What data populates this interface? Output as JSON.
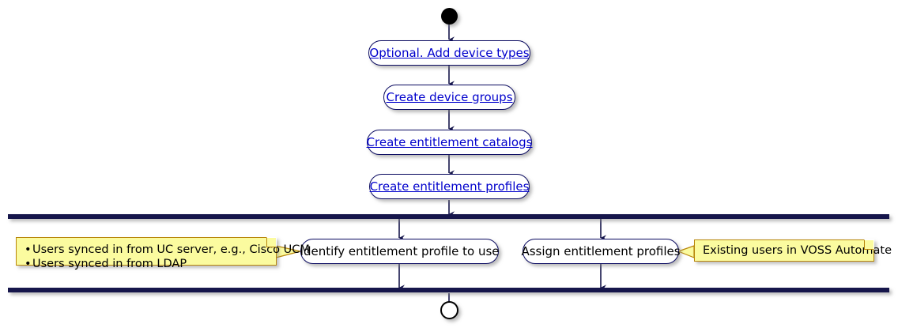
{
  "diagram": {
    "type": "uml-activity-diagram",
    "title": "",
    "colors": {
      "bar": "#16164B",
      "link_text": "#0000CC",
      "note_fill": "#FBFB9F",
      "note_border": "#B8860B",
      "box_border": "#0B0B61",
      "node": "#000000",
      "background": "#FFFFFF"
    },
    "start_node": {
      "name": "initial-node"
    },
    "end_node": {
      "name": "activity-final-node"
    },
    "sequential_activities": [
      {
        "label": "Optional. Add device types",
        "is_link": true
      },
      {
        "label": "Create device groups",
        "is_link": true
      },
      {
        "label": "Create entitlement catalogs",
        "is_link": true
      },
      {
        "label": "Create entitlement profiles",
        "is_link": true
      }
    ],
    "fork_bar": {
      "label": "fork"
    },
    "parallel_activities": [
      {
        "label": "Identify entitlement profile to use",
        "is_link": false
      },
      {
        "label": "Assign entitlement profiles",
        "is_link": false
      }
    ],
    "join_bar": {
      "label": "join"
    },
    "notes": [
      {
        "id": "note-left",
        "attached_to": "Identify entitlement profile to use",
        "bullets": [
          "Users synced in from UC server, e.g., Cisco UCM",
          "Users synced in from LDAP"
        ]
      },
      {
        "id": "note-right",
        "attached_to": "Assign entitlement profiles",
        "bullets": [
          "Existing users in VOSS Automate"
        ]
      }
    ]
  }
}
